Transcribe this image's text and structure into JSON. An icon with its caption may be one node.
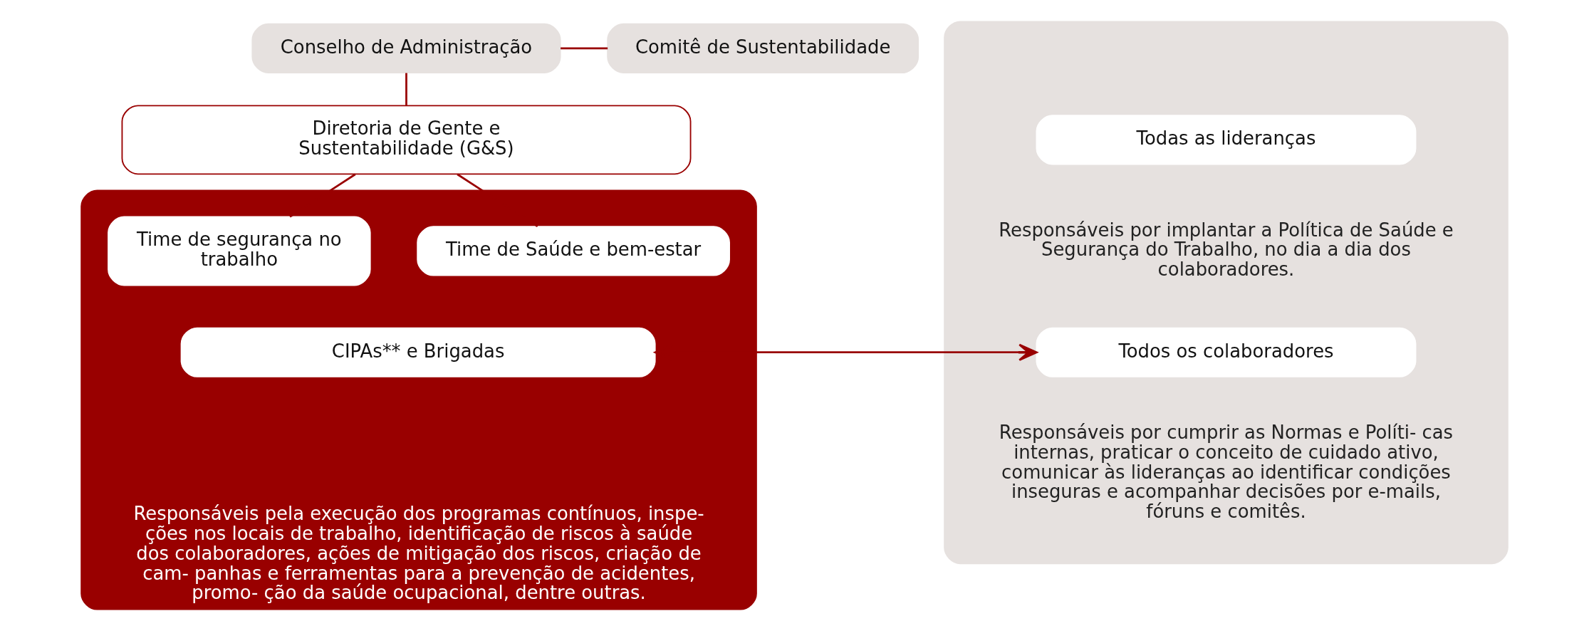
{
  "diagram": {
    "nodes": [
      {
        "text": [
          "Conselho de Administração"
        ]
      },
      {
        "text": [
          "Comitê de Sustentabilidade"
        ]
      },
      {
        "text": [
          "Diretoria de Gente e Sustentabilidade (G&S)"
        ]
      },
      {
        "text": [
          "Responsáveis pela execução dos programas contínuos, inspe- ções nos locais de trabalho, identificação de riscos à saúde dos colaboradores, ações de mitigação dos riscos, criação de cam- panhas e ferramentas para a prevenção de acidentes, promo- ção da saúde ocupacional, dentre outras."
        ]
      },
      {
        "text": [
          "Time de Saúde e bem-estar"
        ],
        "in": 3
      },
      {
        "text": [
          "Time de segurança no trabalho"
        ],
        "in": 3
      },
      {
        "text": [
          "CIPAs** e Brigadas"
        ],
        "in": 3
      },
      {
        "text": [],
        "shape": "box"
      },
      {
        "text": [
          "Todas as lideranças"
        ],
        "in": 7,
        "beside": [
          "Responsáveis por implantar a Política de Saúde e Segurança do Trabalho, no dia a dia dos colaboradores."
        ]
      },
      {
        "text": [
          "Todos os colaboradores"
        ],
        "in": 7,
        "beside": [
          "Responsáveis por cumprir as Normas e Políti- cas internas, praticar o conceito de cuidado ativo, comunicar às lideranças ao identificar condições inseguras e acompanhar decisões por e-mails, fóruns e comitês."
        ]
      }
    ],
    "edges": [
      {
        "from": 0,
        "to": 1,
        "arrow": "none"
      },
      {
        "from": 0,
        "to": 2,
        "arrow": "none"
      },
      {
        "from": 2,
        "to": 4,
        "arrow": "none"
      },
      {
        "from": 2,
        "to": 5,
        "arrow": "none"
      },
      {
        "from": 6,
        "to": 9,
        "arrow": "both"
      }
    ]
  }
}
